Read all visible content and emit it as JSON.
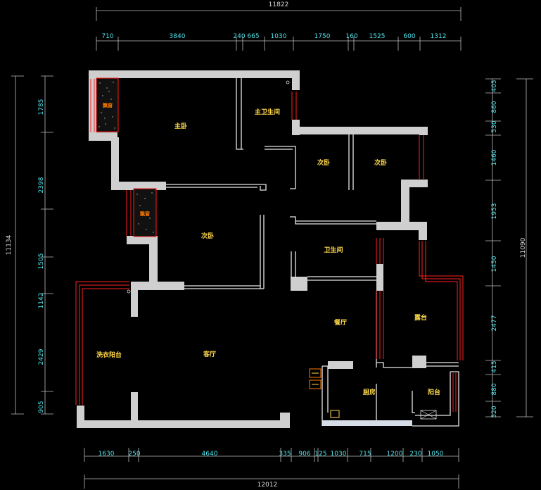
{
  "colors": {
    "dimension": "#4fe3ea",
    "room_label": "#ffd84a",
    "wall": "#cfcfcf",
    "window": "#ff2020",
    "background": "#000000"
  },
  "totals": {
    "top": "11822",
    "bottom": "12012",
    "left": "11134",
    "right": "11090"
  },
  "dims": {
    "top": [
      "710",
      "3840",
      "240",
      "665",
      "1030",
      "1750",
      "160",
      "1525",
      "600",
      "1312"
    ],
    "bottom": [
      "1630",
      "250",
      "4640",
      "335",
      "906",
      "125",
      "1030",
      "715",
      "1200",
      "230",
      "1050"
    ],
    "left": [
      "1785",
      "2398",
      "1505",
      "1142",
      "2429",
      "905"
    ],
    "right": [
      "405",
      "860",
      "530",
      "1460",
      "1953",
      "1450",
      "2477",
      "415",
      "880",
      "520"
    ]
  },
  "rooms": {
    "master_bedroom": "主卧",
    "master_bath": "主卫生间",
    "second_bedroom_1": "次卧",
    "second_bedroom_2": "次卧",
    "second_bedroom_3": "次卧",
    "bathroom": "卫生间",
    "dining": "餐厅",
    "terrace": "露台",
    "laundry_balcony": "洗衣阳台",
    "living_room": "客厅",
    "kitchen": "厨房",
    "balcony": "阳台"
  },
  "fixtures": {
    "bay_window_1": "飘窗",
    "bay_window_2": "飘窗"
  }
}
